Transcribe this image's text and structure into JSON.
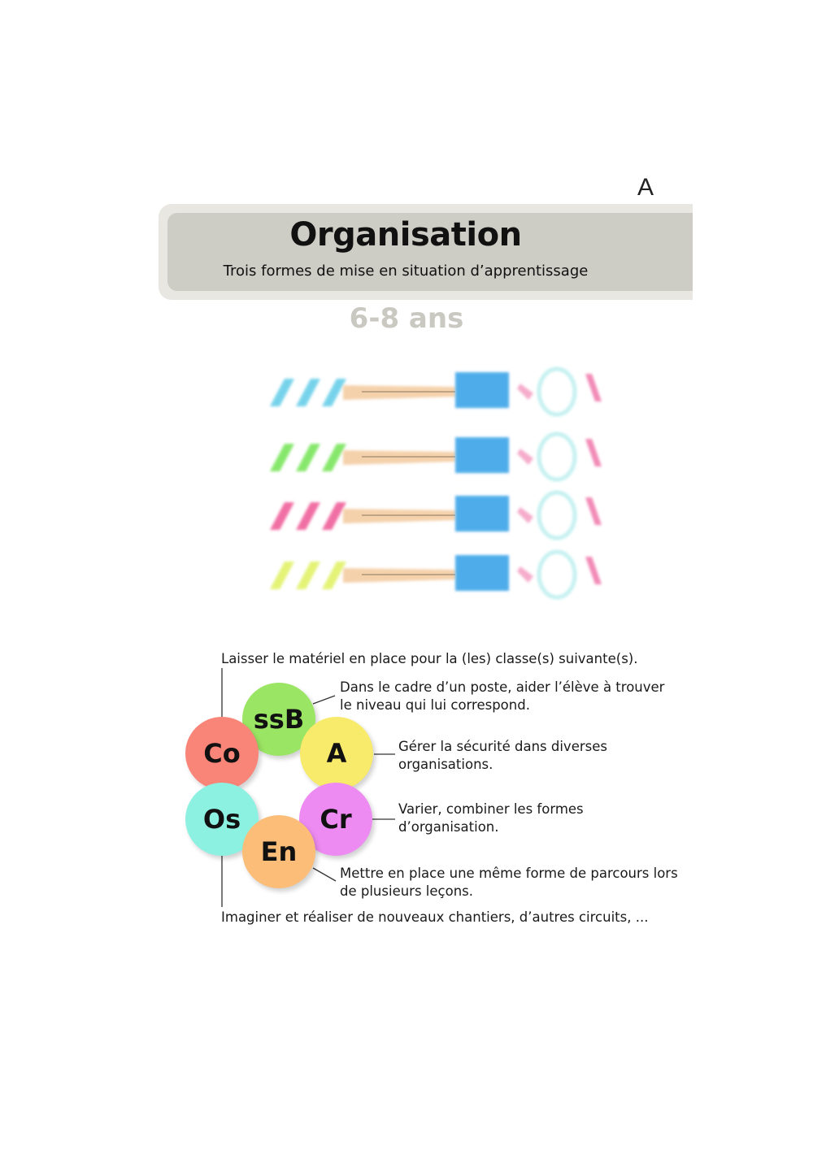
{
  "page_letter": "A",
  "header": {
    "title": "Organisation",
    "subtitle": "Trois formes de mise en situation d’apprentissage"
  },
  "age_range": "6-8 ans",
  "colors": {
    "banner_outer": "#e8e7e2",
    "banner_inner": "#cdccc5",
    "age_text": "#c9c8c1"
  },
  "circles": [
    {
      "label": "ssB",
      "color": "#9be564"
    },
    {
      "label": "Co",
      "color": "#f98478"
    },
    {
      "label": "A",
      "color": "#f8ea6a"
    },
    {
      "label": "Os",
      "color": "#8df1e2"
    },
    {
      "label": "Cr",
      "color": "#ee8bf2"
    },
    {
      "label": "En",
      "color": "#fbbd78"
    }
  ],
  "notes": {
    "top": "Laisser le matériel en place pour la (les) classe(s) suivante(s).",
    "ssb_line1": "Dans le cadre d’un poste, aider l’élève à trouver",
    "ssb_line2": "le niveau qui lui correspond.",
    "a_line1": "Gérer la sécurité dans diverses",
    "a_line2": "organisations.",
    "cr_line1": "Varier, combiner les formes",
    "cr_line2": "d’organisation.",
    "en_line1": "Mettre en place une même forme de parcours lors",
    "en_line2": "de plusieurs leçons.",
    "bottom": "Imaginer et réaliser de nouveaux chantiers, d’autres circuits, ..."
  },
  "illustration": {
    "rows": [
      {
        "left_color": "#48c4e4"
      },
      {
        "left_color": "#5fe03a"
      },
      {
        "left_color": "#ec3f86"
      },
      {
        "left_color": "#dcef4a"
      }
    ],
    "bench_color": "#f3c99c",
    "mat_color": "#3aa4e8",
    "right_color": "#ec5a98",
    "hoop_color": "#b6ecec"
  }
}
